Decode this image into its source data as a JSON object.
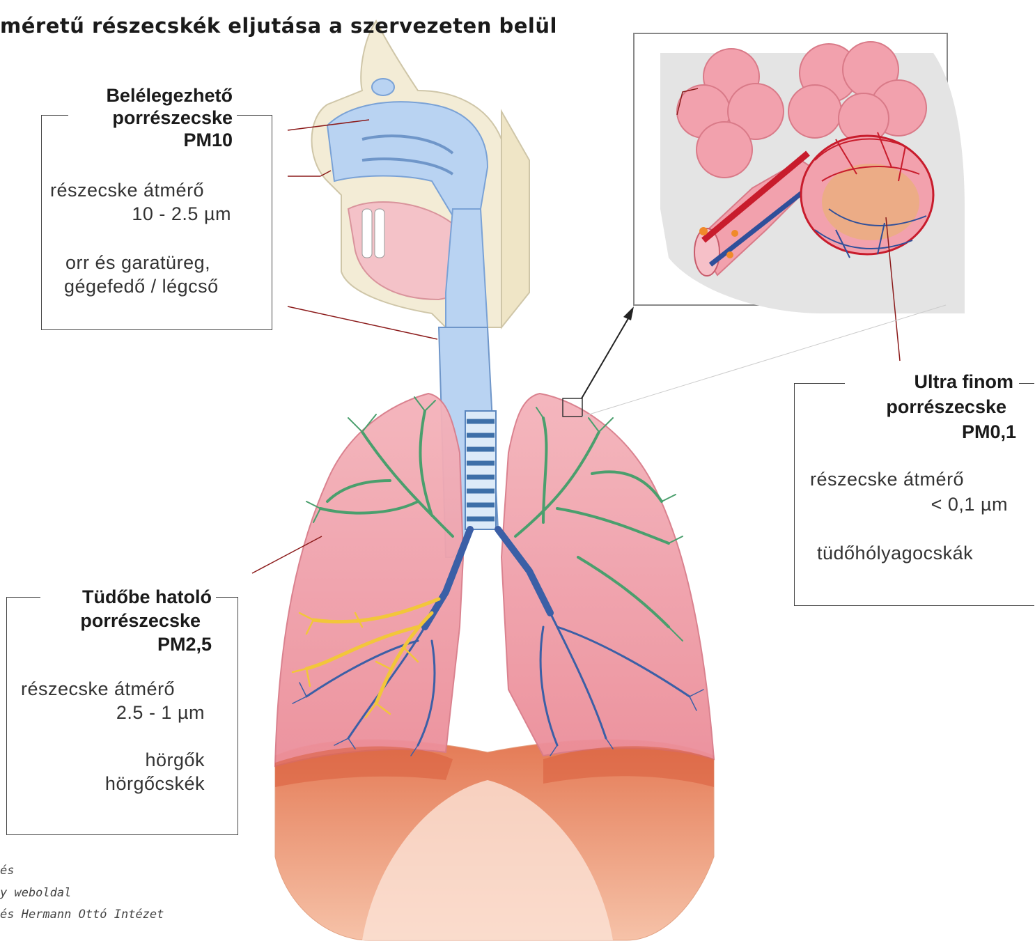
{
  "title": "méretű részecskék eljutása a szervezeten belül",
  "callouts": {
    "pm10": {
      "heading": [
        "Belélegezhető",
        "porrészecske",
        "PM10"
      ],
      "size_label": "részecske átmérő",
      "size_value": "10 - 2.5 µm",
      "location": [
        "orr és garatüreg,",
        "gégefedő / légcső"
      ]
    },
    "pm25": {
      "heading": [
        "Tüdőbe hatoló",
        "porrészecske",
        "PM2,5"
      ],
      "size_label": "részecske átmérő",
      "size_value": "2.5 - 1 µm",
      "location": [
        "hörgők",
        "hörgőcskék"
      ]
    },
    "pm01": {
      "heading": [
        "Ultra finom",
        "porrészecske",
        "PM0,1"
      ],
      "size_label": "részecske átmérő",
      "size_value": "< 0,1 µm",
      "location": [
        "tüdőhólyagocskák"
      ]
    }
  },
  "credits": [
    "és",
    "y weboldal",
    "és Hermann Ottó Intézet"
  ],
  "colors": {
    "airway": "#b9d3f2",
    "lung": "#f2a7b0",
    "bronchi_green": "#3f9e6a",
    "bronchi_blue": "#3b5fa6",
    "bronchi_yellow": "#f2c63a",
    "diaphragm": "#e8906a",
    "alveoli": "#f2a1ad",
    "leader_line": "#8b1a1a"
  }
}
